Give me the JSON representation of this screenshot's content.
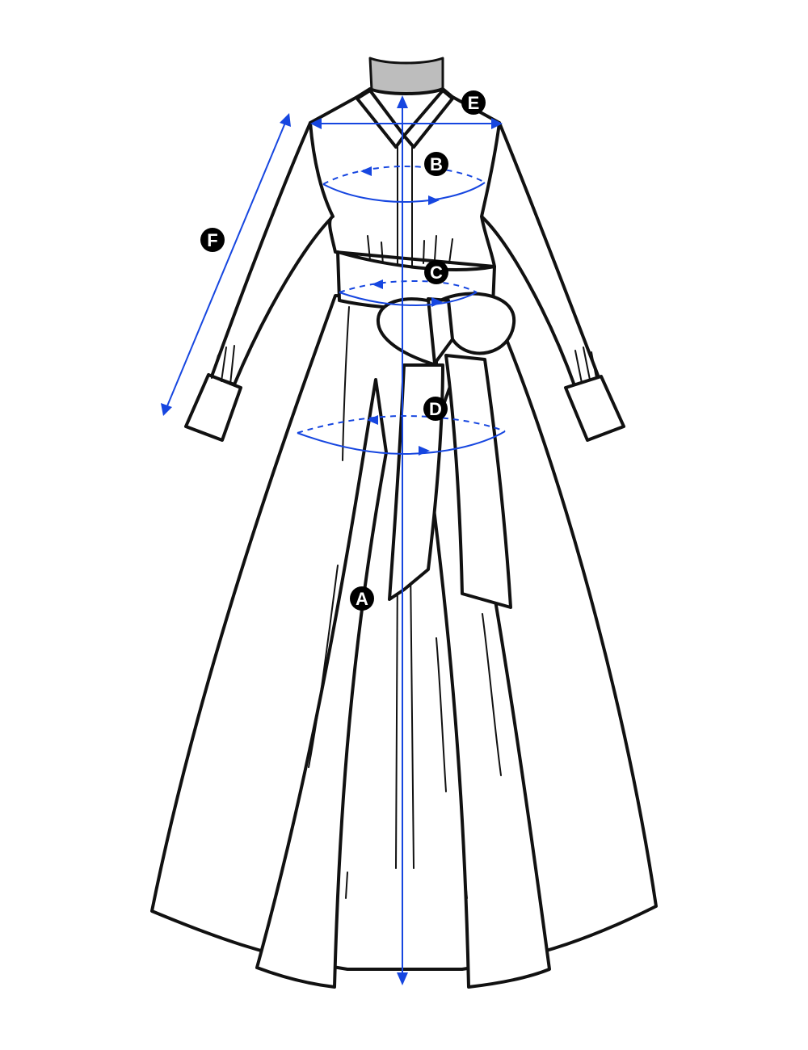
{
  "colors": {
    "measure": "#1646e0",
    "outline": "#111111",
    "mannequin": "#bdbdbd",
    "badge": "#000000",
    "background": "#ffffff"
  },
  "labels": {
    "a": "A",
    "b": "B",
    "c": "C",
    "d": "D",
    "e": "E",
    "f": "F"
  }
}
